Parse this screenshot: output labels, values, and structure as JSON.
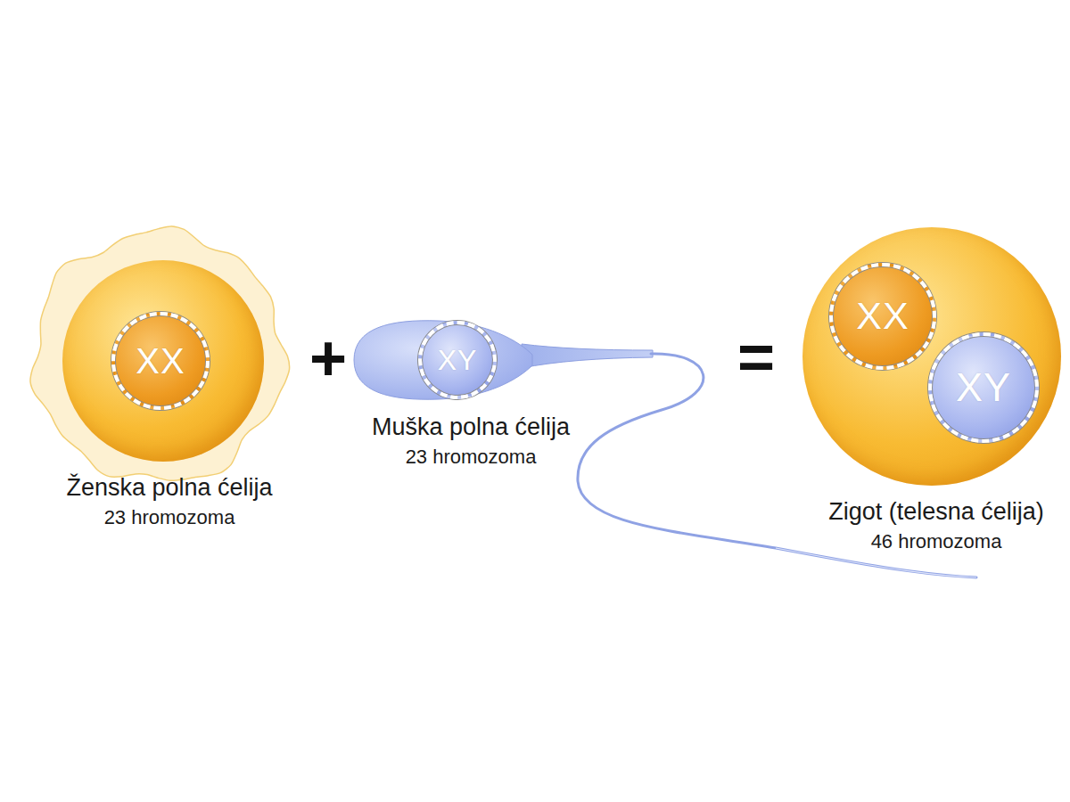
{
  "diagram": {
    "nodes": [
      {
        "text": [
          "Ženska polna ćelija",
          "23 hromozoma"
        ]
      },
      {
        "text": [
          "XX"
        ],
        "in": 0
      },
      {
        "text": [
          "Muška polna ćelija",
          "23 hromozoma"
        ]
      },
      {
        "text": [
          "XY"
        ],
        "in": 2
      },
      {
        "text": [
          "Zigot (telesna ćelija)",
          "46 hromozoma"
        ]
      },
      {
        "text": [
          "XX"
        ],
        "in": 4
      },
      {
        "text": [
          "XY"
        ],
        "in": 4
      }
    ],
    "labels": [
      "+",
      "="
    ]
  }
}
